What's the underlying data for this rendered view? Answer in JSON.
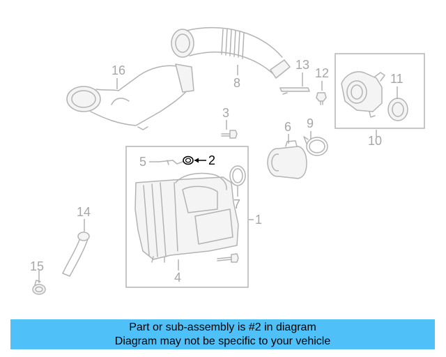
{
  "callouts": {
    "c1": "1",
    "c2": "2",
    "c3": "3",
    "c4": "4",
    "c5": "5",
    "c6": "6",
    "c7": "7",
    "c8": "8",
    "c9": "9",
    "c10": "10",
    "c11": "11",
    "c12": "12",
    "c13": "13",
    "c14": "14",
    "c15": "15",
    "c16": "16"
  },
  "highlighted_part": "2",
  "colors": {
    "banner": "#4fc0f8",
    "highlight": "#000000",
    "line_art": "#b3b3b3"
  },
  "banner": {
    "line1": "Part or sub-assembly is #2 in diagram",
    "line2": "Diagram may not be specific to your vehicle"
  }
}
